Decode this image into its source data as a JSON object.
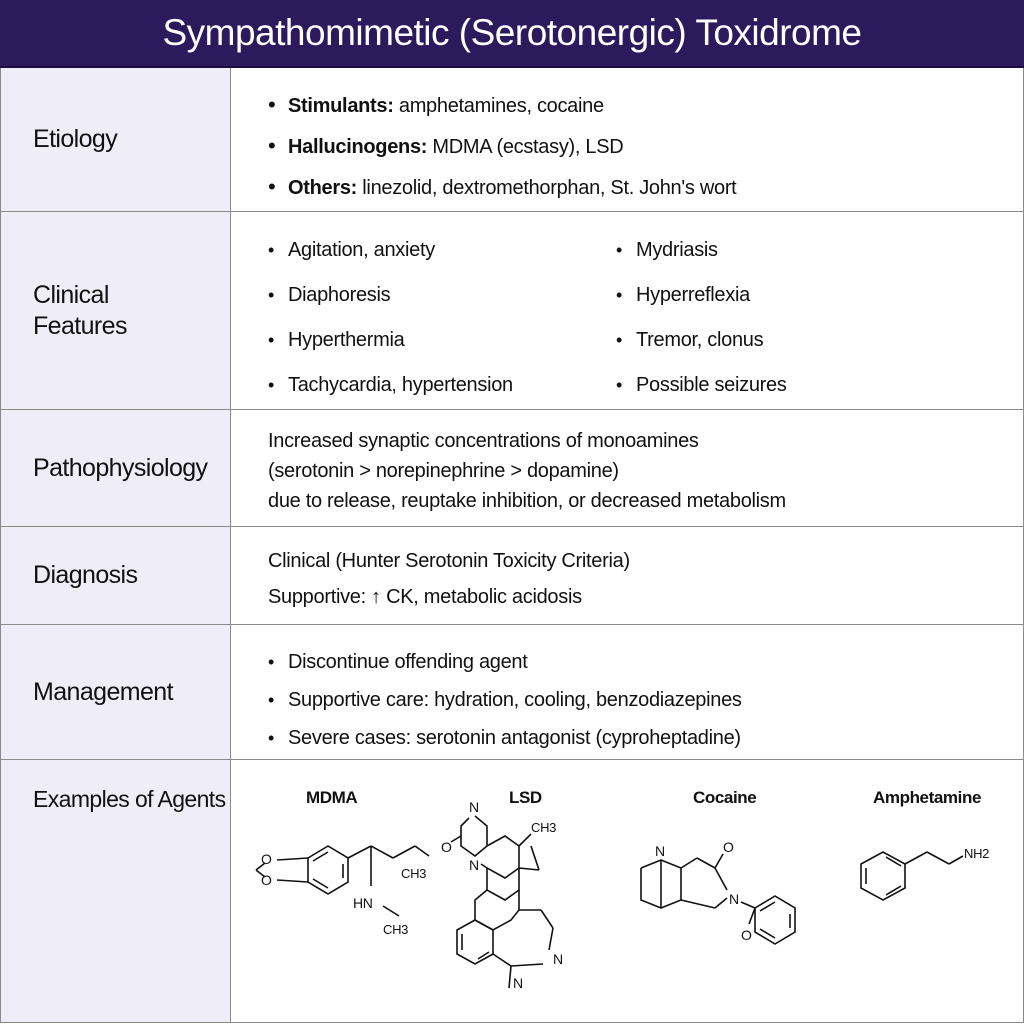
{
  "title": "Sympathomimetic (Serotonergic) Toxidrome",
  "rows": {
    "etiology": {
      "label": "Etiology",
      "items": [
        {
          "lead": "Stimulants:",
          "text": " amphetamines, cocaine"
        },
        {
          "lead": "Hallucinogens:",
          "text": " MDMA (ecstasy), LSD"
        },
        {
          "lead": "Others:",
          "text": " linezolid, dextromethorphan, St. John's wort"
        }
      ]
    },
    "clinical": {
      "label": "Clinical Features",
      "col1": [
        "Agitation, anxiety",
        "Diaphoresis",
        "Hyperthermia",
        "Tachycardia, hypertension"
      ],
      "col2": [
        "Mydriasis",
        "Hyperreflexia",
        "Tremor, clonus",
        "Possible seizures"
      ]
    },
    "pathophysiology": {
      "label": "Pathophysiology",
      "lines": [
        "Increased synaptic concentrations of monoamines",
        "(serotonin > norepinephrine > dopamine)",
        "due to release, reuptake inhibition, or decreased metabolism"
      ]
    },
    "diagnosis": {
      "label": "Diagnosis",
      "lines": [
        "Clinical (Hunter Serotonin Toxicity Criteria)",
        "Supportive: ↑ CK, metabolic acidosis"
      ]
    },
    "management": {
      "label": "Management",
      "items": [
        "Discontinue offending agent",
        "Supportive care: hydration, cooling, benzodiazepines",
        "Severe cases: serotonin antagonist (cyproheptadine)"
      ]
    },
    "examples": {
      "label": "Examples of Agents",
      "agents": [
        {
          "name": "MDMA",
          "atoms": {
            "o1": "O",
            "o2": "O",
            "ch3a": "CH3",
            "nh": "HN",
            "ch3b": "CH3"
          }
        },
        {
          "name": "LSD",
          "atoms": {
            "n1": "N",
            "o": "O",
            "n2": "N",
            "ch3": "CH3",
            "n3": "N",
            "n4": "N"
          }
        },
        {
          "name": "Cocaine",
          "atoms": {
            "n": "N",
            "o1": "O",
            "n2": "N",
            "o2": "O"
          }
        },
        {
          "name": "Amphetamine",
          "atoms": {
            "nh2": "NH2"
          }
        }
      ]
    }
  }
}
